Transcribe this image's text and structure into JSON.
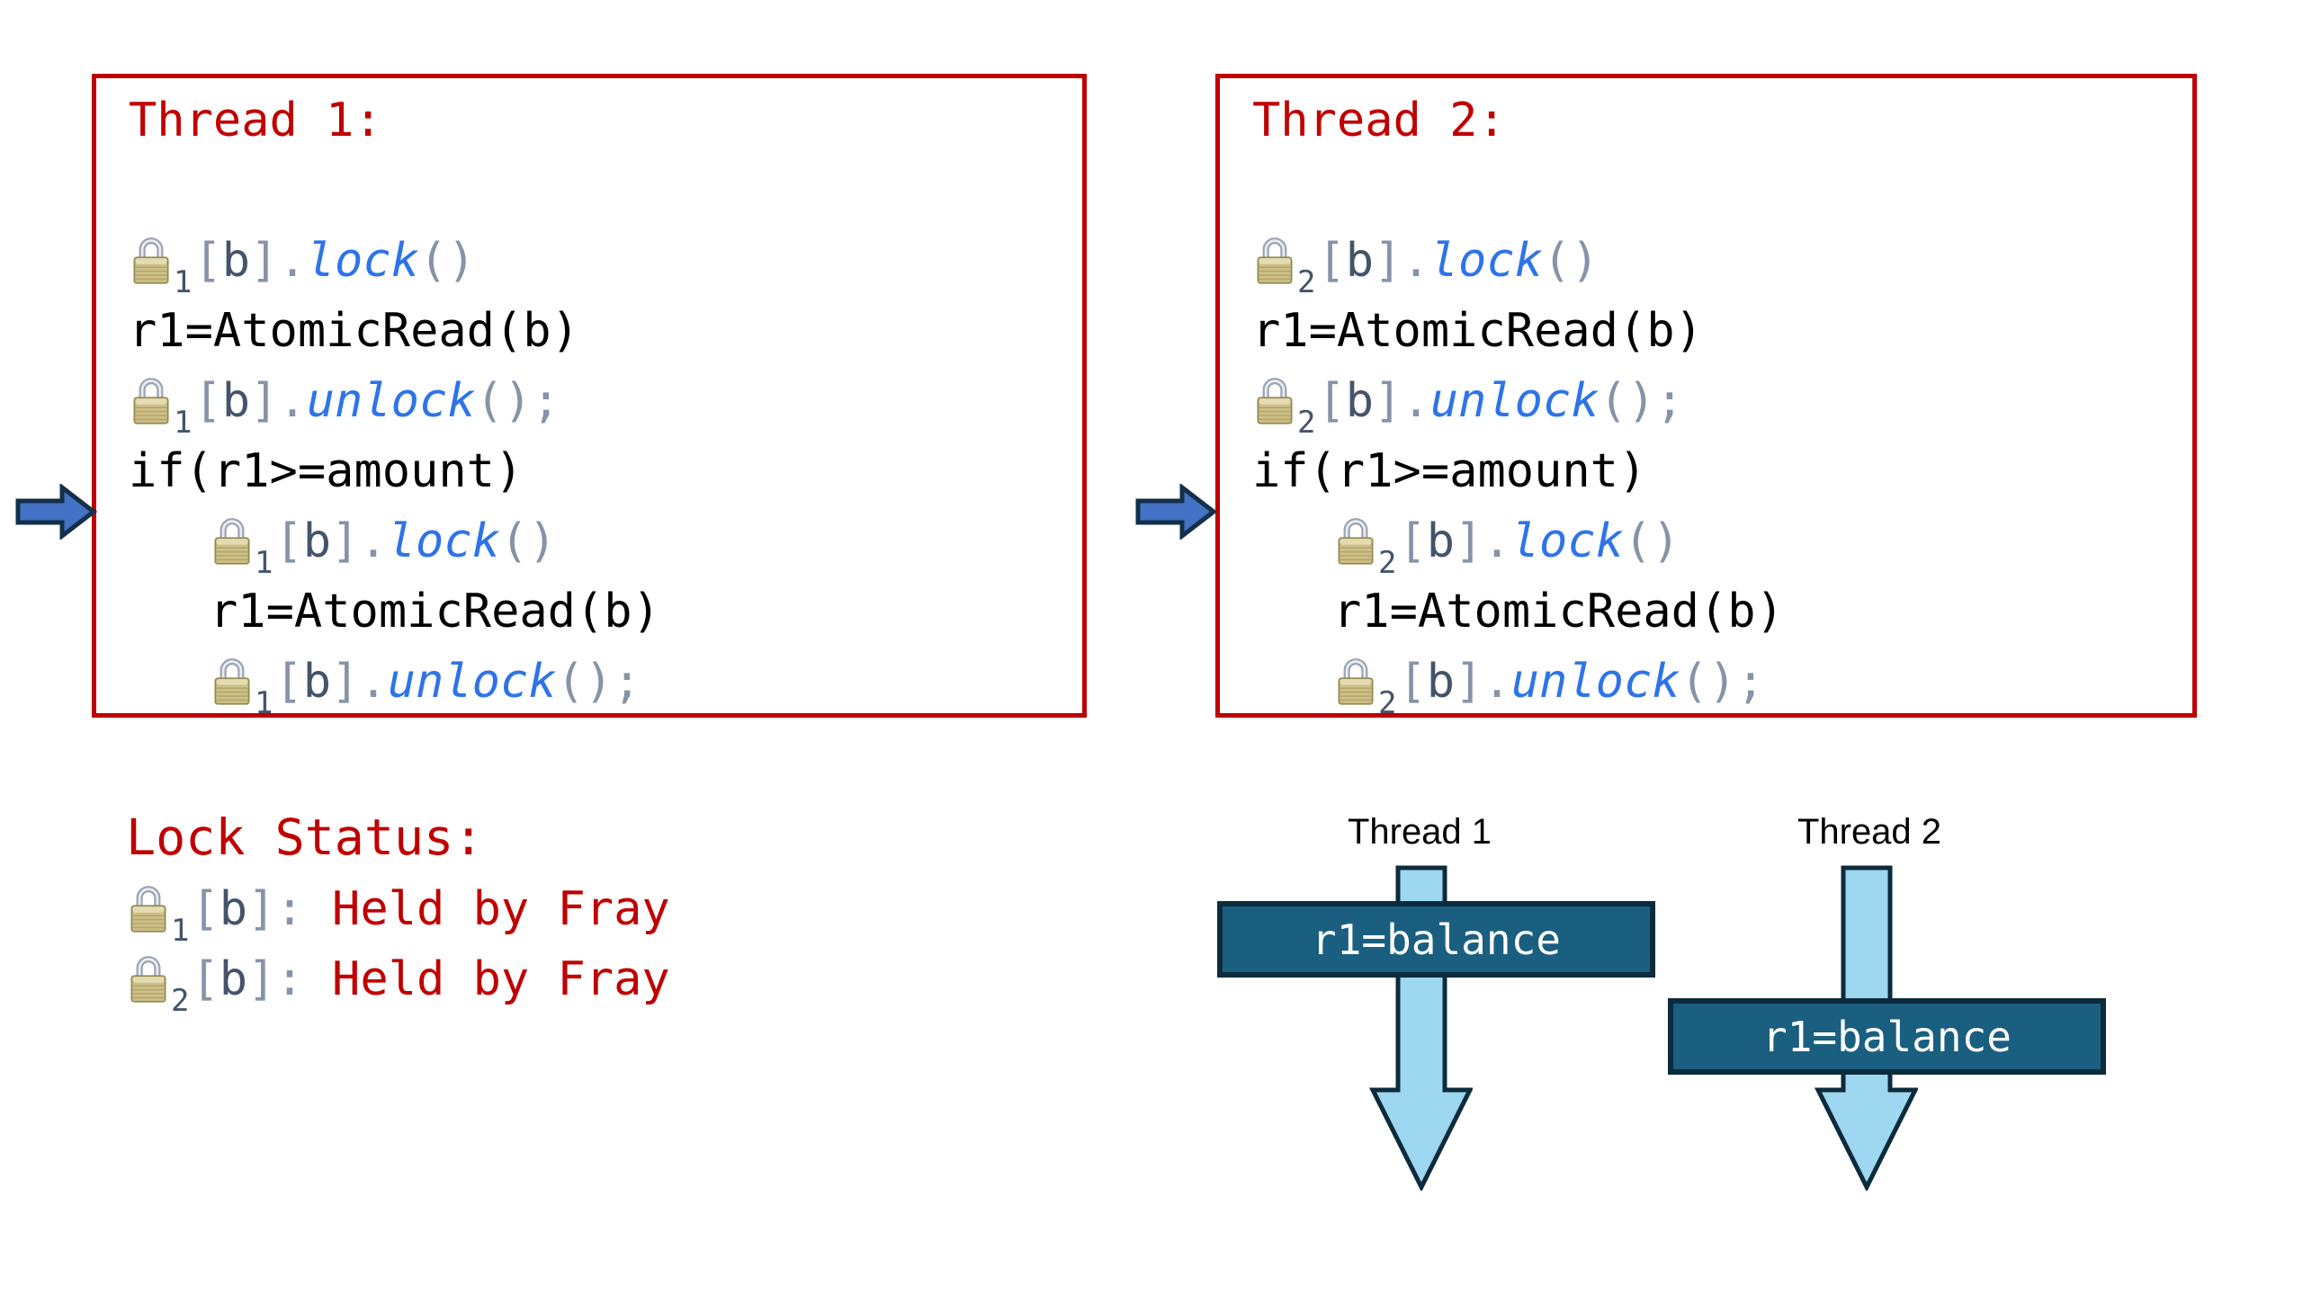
{
  "colors": {
    "panel_border_red": "#C00000",
    "title_red": "#C00000",
    "keyword_blue": "#2E74E8",
    "punctuation_gray": "#8793A8",
    "variable_slate": "#44546A",
    "code_black": "#000000",
    "pointer_fill": "#4472C4",
    "pointer_border": "#13304A",
    "flow_arrow_fill": "#9DD7F0",
    "flow_arrow_border": "#0C2B3C",
    "event_box_fill": "#1A5F7F",
    "event_box_border": "#0C2B3C",
    "event_text": "#FFFFFF"
  },
  "thread_boxes": [
    {
      "title": "Thread 1:",
      "lines": [
        {
          "tokens": []
        },
        {
          "tokens": [
            {
              "k": "lock",
              "sub": "1"
            },
            {
              "k": "br",
              "t": "["
            },
            {
              "k": "var",
              "t": "b"
            },
            {
              "k": "br",
              "t": "]"
            },
            {
              "k": "p",
              "t": "."
            },
            {
              "k": "kw",
              "t": "lock"
            },
            {
              "k": "p",
              "t": "()"
            }
          ]
        },
        {
          "tokens": [
            {
              "k": "c",
              "t": "r1=AtomicRead(b)"
            }
          ]
        },
        {
          "tokens": [
            {
              "k": "lock",
              "sub": "1"
            },
            {
              "k": "br",
              "t": "["
            },
            {
              "k": "var",
              "t": "b"
            },
            {
              "k": "br",
              "t": "]"
            },
            {
              "k": "p",
              "t": "."
            },
            {
              "k": "kw",
              "t": "unlock"
            },
            {
              "k": "p",
              "t": "();"
            }
          ]
        },
        {
          "tokens": [
            {
              "k": "c",
              "t": "if(r1>=amount)"
            }
          ]
        },
        {
          "indent": true,
          "tokens": [
            {
              "k": "lock",
              "sub": "1"
            },
            {
              "k": "br",
              "t": "["
            },
            {
              "k": "var",
              "t": "b"
            },
            {
              "k": "br",
              "t": "]"
            },
            {
              "k": "p",
              "t": "."
            },
            {
              "k": "kw",
              "t": "lock"
            },
            {
              "k": "p",
              "t": "()"
            }
          ]
        },
        {
          "indent": true,
          "tokens": [
            {
              "k": "c",
              "t": "r1=AtomicRead(b)"
            }
          ]
        },
        {
          "indent": true,
          "tokens": [
            {
              "k": "lock",
              "sub": "1"
            },
            {
              "k": "br",
              "t": "["
            },
            {
              "k": "var",
              "t": "b"
            },
            {
              "k": "br",
              "t": "]"
            },
            {
              "k": "p",
              "t": "."
            },
            {
              "k": "kw",
              "t": "unlock"
            },
            {
              "k": "p",
              "t": "();"
            }
          ]
        }
      ]
    },
    {
      "title": "Thread 2:",
      "lines": [
        {
          "tokens": []
        },
        {
          "tokens": [
            {
              "k": "lock",
              "sub": "2"
            },
            {
              "k": "br",
              "t": "["
            },
            {
              "k": "var",
              "t": "b"
            },
            {
              "k": "br",
              "t": "]"
            },
            {
              "k": "p",
              "t": "."
            },
            {
              "k": "kw",
              "t": "lock"
            },
            {
              "k": "p",
              "t": "()"
            }
          ]
        },
        {
          "tokens": [
            {
              "k": "c",
              "t": "r1=AtomicRead(b)"
            }
          ]
        },
        {
          "tokens": [
            {
              "k": "lock",
              "sub": "2"
            },
            {
              "k": "br",
              "t": "["
            },
            {
              "k": "var",
              "t": "b"
            },
            {
              "k": "br",
              "t": "]"
            },
            {
              "k": "p",
              "t": "."
            },
            {
              "k": "kw",
              "t": "unlock"
            },
            {
              "k": "p",
              "t": "();"
            }
          ]
        },
        {
          "tokens": [
            {
              "k": "c",
              "t": "if(r1>=amount)"
            }
          ]
        },
        {
          "indent": true,
          "tokens": [
            {
              "k": "lock",
              "sub": "2"
            },
            {
              "k": "br",
              "t": "["
            },
            {
              "k": "var",
              "t": "b"
            },
            {
              "k": "br",
              "t": "]"
            },
            {
              "k": "p",
              "t": "."
            },
            {
              "k": "kw",
              "t": "lock"
            },
            {
              "k": "p",
              "t": "()"
            }
          ]
        },
        {
          "indent": true,
          "tokens": [
            {
              "k": "c",
              "t": "r1=AtomicRead(b)"
            }
          ]
        },
        {
          "indent": true,
          "tokens": [
            {
              "k": "lock",
              "sub": "2"
            },
            {
              "k": "br",
              "t": "["
            },
            {
              "k": "var",
              "t": "b"
            },
            {
              "k": "br",
              "t": "]"
            },
            {
              "k": "p",
              "t": "."
            },
            {
              "k": "kw",
              "t": "unlock"
            },
            {
              "k": "p",
              "t": "();"
            }
          ]
        }
      ]
    }
  ],
  "lock_status": {
    "title": "Lock Status:",
    "lines": [
      {
        "tokens": [
          {
            "k": "lock",
            "sub": "1"
          },
          {
            "k": "br",
            "t": "["
          },
          {
            "k": "var",
            "t": "b"
          },
          {
            "k": "br",
            "t": "]"
          },
          {
            "k": "p",
            "t": ":"
          },
          {
            "k": "red",
            "t": " Held by Fray"
          }
        ]
      },
      {
        "tokens": [
          {
            "k": "lock",
            "sub": "2"
          },
          {
            "k": "br",
            "t": "["
          },
          {
            "k": "var",
            "t": "b"
          },
          {
            "k": "br",
            "t": "]"
          },
          {
            "k": "p",
            "t": ":"
          },
          {
            "k": "red",
            "t": " Held by Fray"
          }
        ]
      }
    ]
  },
  "sequence": {
    "columns": [
      {
        "label": "Thread 1",
        "event": "r1=balance"
      },
      {
        "label": "Thread 2",
        "event": "r1=balance"
      }
    ]
  }
}
